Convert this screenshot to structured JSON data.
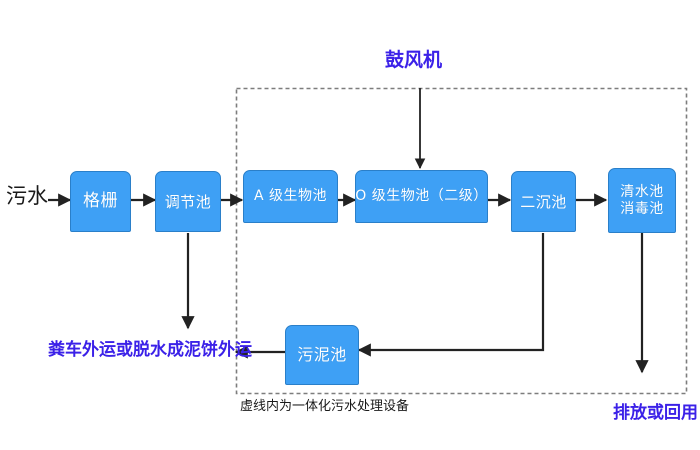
{
  "diagram": {
    "title_hidden": "",
    "colors": {
      "node_fill": "#3ea0f5",
      "node_stroke": "#2a7fc9",
      "node_text": "#ffffff",
      "accent_text": "#3b21e8",
      "plain_text": "#1a1a1a",
      "connector": "#222222",
      "boundary": "#808080",
      "background": "#ffffff"
    },
    "boundary": {
      "name": "integrated-equipment-boundary",
      "style": "dashed",
      "caption": "虚线内为一体化污水处理设备"
    },
    "nodes": [
      {
        "id": "grating",
        "label": "格栅",
        "lines": [
          "格栅"
        ]
      },
      {
        "id": "regulation",
        "label": "调节池",
        "lines": [
          "调节池"
        ]
      },
      {
        "id": "a-bio",
        "label": "A 级生物池",
        "lines": [
          "A 级生物池"
        ]
      },
      {
        "id": "o-bio",
        "label": "O 级生物池（二级）",
        "lines": [
          "O 级生物池（二级）"
        ]
      },
      {
        "id": "secondary-sed",
        "label": "二沉池",
        "lines": [
          "二沉池"
        ]
      },
      {
        "id": "clear-water",
        "label": "清水池 消毒池",
        "lines": [
          "清水池",
          "消毒池"
        ]
      },
      {
        "id": "sludge",
        "label": "污泥池",
        "lines": [
          "污泥池"
        ]
      }
    ],
    "labels": {
      "influent": "污水",
      "blower": "鼓风机",
      "sludge_disposal": "粪车外运或脱水成泥饼外运",
      "effluent": "排放或回用",
      "boundary_caption": "虚线内为一体化污水处理设备"
    }
  }
}
